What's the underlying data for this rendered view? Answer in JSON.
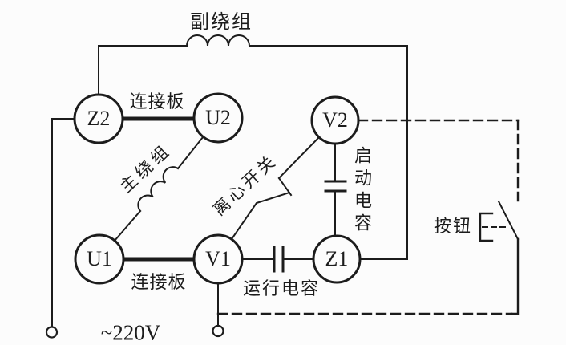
{
  "colors": {
    "line": "#1c1c1c",
    "bg": "#fcfcfc"
  },
  "labels": {
    "aux_winding": "副绕组",
    "conn_plate_top": "连接板",
    "main_winding": "主绕组",
    "centrifugal_switch": "离心开关",
    "start_capacitor": "启动电容",
    "run_capacitor": "运行电容",
    "conn_plate_bottom": "连接板",
    "push_button": "按钮",
    "power": "~220V"
  },
  "terminals": {
    "z2": "Z2",
    "u2": "U2",
    "v2": "V2",
    "u1": "U1",
    "v1": "V1",
    "z1": "Z1"
  }
}
